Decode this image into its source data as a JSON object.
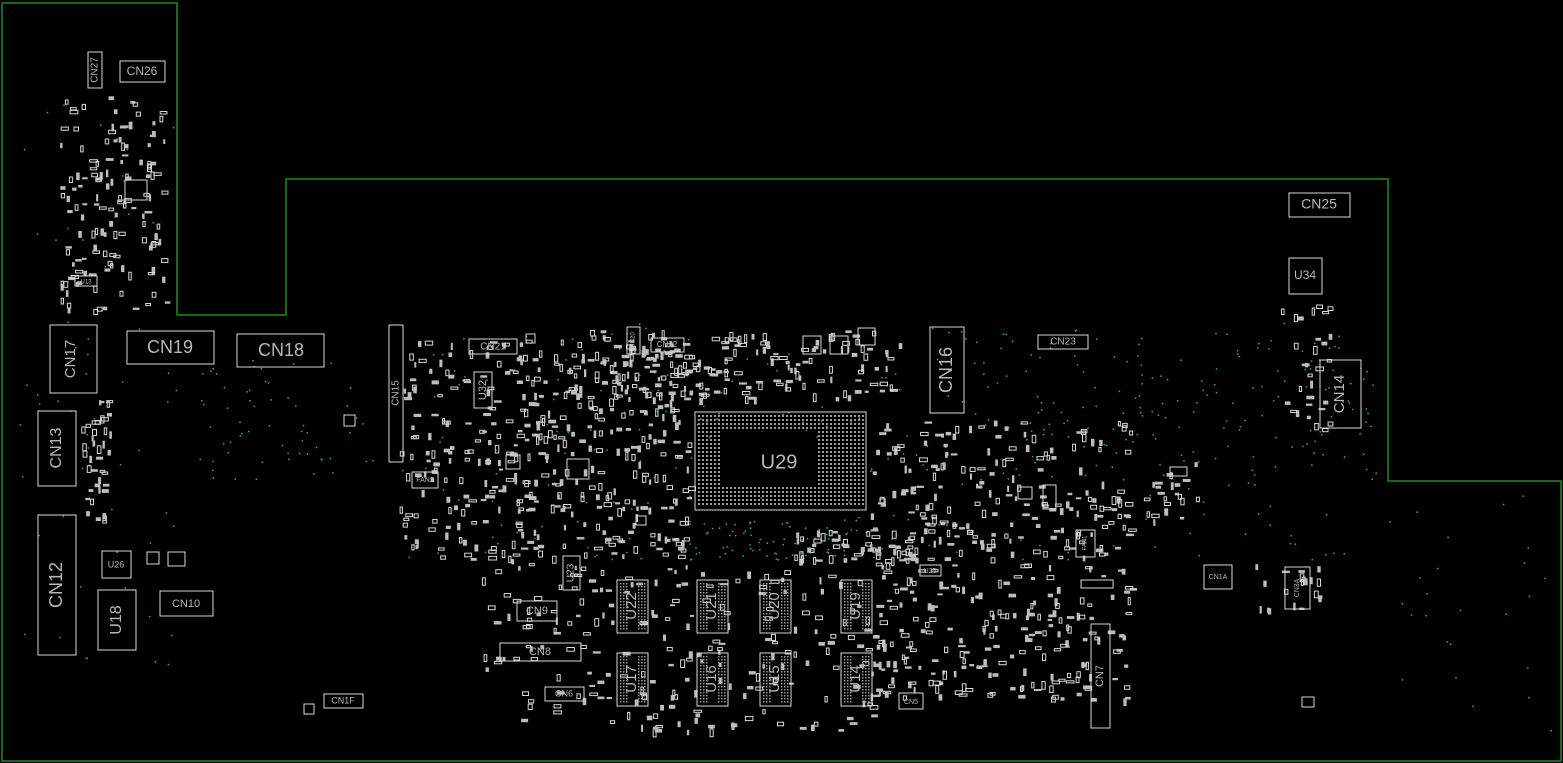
{
  "colors": {
    "background": "#000000",
    "board_outline": "#1f8a1f",
    "component_outline": "#d8d8d8",
    "label_text": "#b8b8b8",
    "via": "#1fa59a"
  },
  "components": {
    "CN27": "CN27",
    "CN26": "CN26",
    "CN25": "CN25",
    "U34": "U34",
    "CN17": "CN17",
    "CN19": "CN19",
    "CN18": "CN18",
    "CN15": "CN15",
    "CN21": "CN21",
    "U32": "U32",
    "CN20": "CN20",
    "CN22": "CN22",
    "CN16": "CN16",
    "CN23": "CN23",
    "CN14": "CN14",
    "CN13": "CN13",
    "U29": "U29",
    "FAN2": "FAN2",
    "FAN1": "FAN1",
    "CN12": "CN12",
    "U26": "U26",
    "U18": "U18",
    "CN10": "CN10",
    "U23": "U23",
    "CN9": "CN9",
    "CN8": "CN8",
    "CN6": "CN6",
    "CN1F": "CN1F",
    "U22": "U22",
    "U21": "U21",
    "U20": "U20",
    "U19": "U19",
    "U17": "U17",
    "U16": "U16",
    "U15": "U15",
    "U14": "U14",
    "U25": "U25",
    "CN5": "CN5",
    "CN7": "CN7",
    "CN1A": "CN1A",
    "CN3A": "CN3A",
    "U13": "U13"
  }
}
